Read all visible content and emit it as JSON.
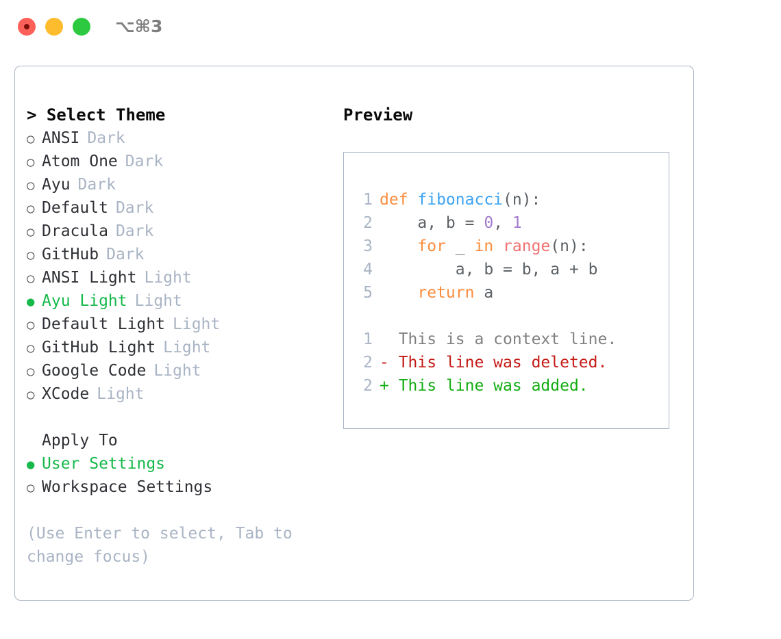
{
  "titlebar": {
    "shortcut": "⌥⌘3",
    "traffic_lights": [
      "close",
      "minimize",
      "zoom"
    ]
  },
  "left_panel": {
    "header": "> Select Theme",
    "themes": [
      {
        "bullet": "○",
        "selected": false,
        "name": "ANSI",
        "variant": "Dark"
      },
      {
        "bullet": "○",
        "selected": false,
        "name": "Atom One",
        "variant": "Dark"
      },
      {
        "bullet": "○",
        "selected": false,
        "name": "Ayu",
        "variant": "Dark"
      },
      {
        "bullet": "○",
        "selected": false,
        "name": "Default",
        "variant": "Dark"
      },
      {
        "bullet": "○",
        "selected": false,
        "name": "Dracula",
        "variant": "Dark"
      },
      {
        "bullet": "○",
        "selected": false,
        "name": "GitHub",
        "variant": "Dark"
      },
      {
        "bullet": "○",
        "selected": false,
        "name": "ANSI Light",
        "variant": "Light"
      },
      {
        "bullet": "●",
        "selected": true,
        "name": "Ayu Light",
        "variant": "Light"
      },
      {
        "bullet": "○",
        "selected": false,
        "name": "Default Light",
        "variant": "Light"
      },
      {
        "bullet": "○",
        "selected": false,
        "name": "GitHub Light",
        "variant": "Light"
      },
      {
        "bullet": "○",
        "selected": false,
        "name": "Google Code",
        "variant": "Light"
      },
      {
        "bullet": "○",
        "selected": false,
        "name": "XCode",
        "variant": "Light"
      }
    ],
    "apply_to_header": "Apply To",
    "apply_to_options": [
      {
        "bullet": "●",
        "selected": true,
        "name": "User Settings"
      },
      {
        "bullet": "○",
        "selected": false,
        "name": "Workspace Settings"
      }
    ],
    "hint": "(Use Enter to select, Tab to change focus)"
  },
  "right_panel": {
    "title": "Preview",
    "code_lines": [
      {
        "no": "1",
        "segments": [
          {
            "t": "def ",
            "c": "tok-kw"
          },
          {
            "t": "fibonacci",
            "c": "tok-fn"
          },
          {
            "t": "(n):",
            "c": "tok-punc"
          }
        ]
      },
      {
        "no": "2",
        "segments": [
          {
            "t": "    a, b = ",
            "c": "tok-plain"
          },
          {
            "t": "0",
            "c": "tok-num"
          },
          {
            "t": ", ",
            "c": "tok-punc"
          },
          {
            "t": "1",
            "c": "tok-num"
          }
        ]
      },
      {
        "no": "3",
        "segments": [
          {
            "t": "    ",
            "c": "tok-plain"
          },
          {
            "t": "for",
            "c": "tok-kw"
          },
          {
            "t": " _ ",
            "c": "tok-plain"
          },
          {
            "t": "in",
            "c": "tok-kw"
          },
          {
            "t": " ",
            "c": "tok-plain"
          },
          {
            "t": "range",
            "c": "tok-bi"
          },
          {
            "t": "(n):",
            "c": "tok-punc"
          }
        ]
      },
      {
        "no": "4",
        "segments": [
          {
            "t": "        a, b = b, a + b",
            "c": "tok-plain"
          }
        ]
      },
      {
        "no": "5",
        "segments": [
          {
            "t": "    ",
            "c": "tok-plain"
          },
          {
            "t": "return",
            "c": "tok-kw"
          },
          {
            "t": " a",
            "c": "tok-plain"
          }
        ]
      }
    ],
    "diff_lines": [
      {
        "no": "1",
        "marker": "  ",
        "text": "This is a context line.",
        "kind": "diff-ctx"
      },
      {
        "no": "2",
        "marker": "- ",
        "text": "This line was deleted.",
        "kind": "diff-del"
      },
      {
        "no": "2",
        "marker": "+ ",
        "text": "This line was added.",
        "kind": "diff-add"
      }
    ]
  },
  "colors": {
    "accent_green": "#16b94a",
    "muted_blue_gray": "#a9b4c4",
    "keyword_orange": "#fa8d3e",
    "function_blue": "#3ba3f2",
    "number_purple": "#a37acc",
    "builtin_salmon": "#f07171",
    "diff_deleted": "#c41a16",
    "diff_added": "#13ad13",
    "border": "#a9b4c4"
  }
}
